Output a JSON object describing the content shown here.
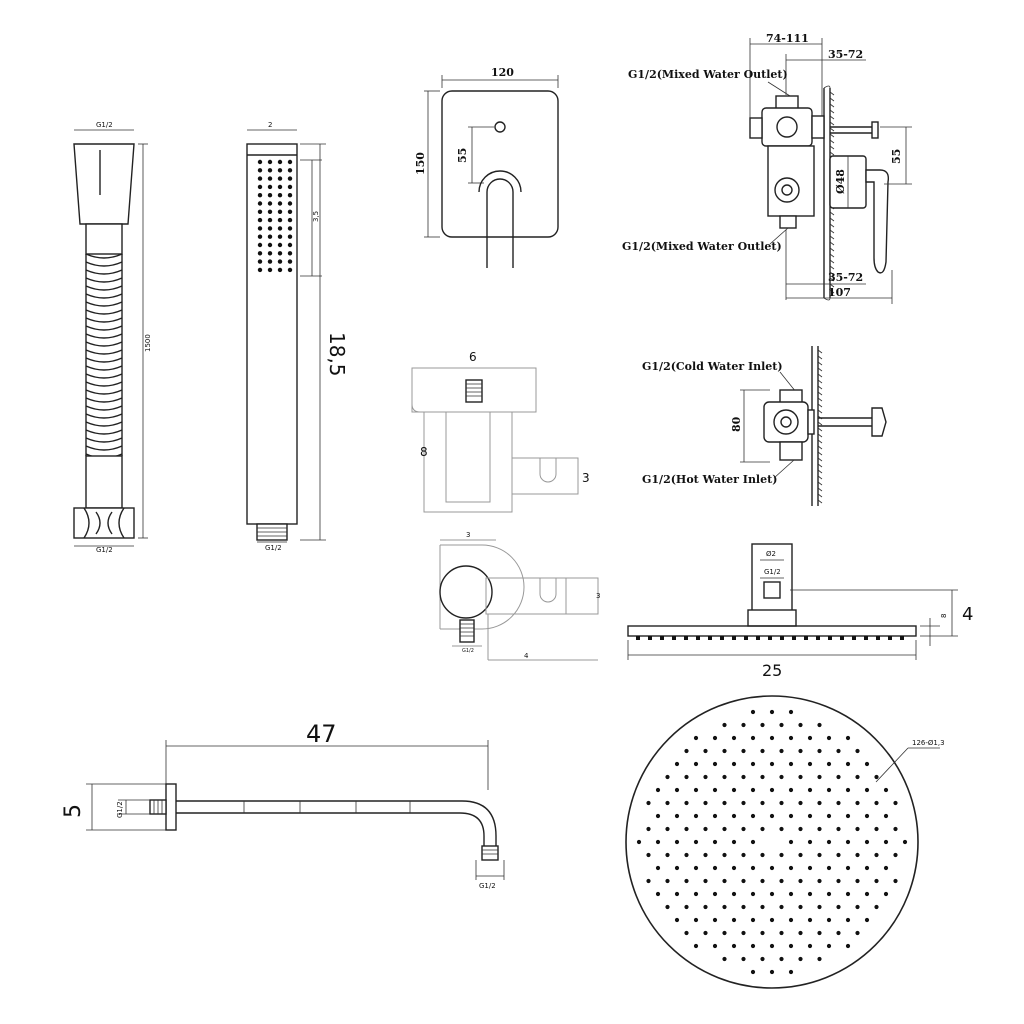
{
  "hose": {
    "top_thread": "G1/2",
    "length": "1500",
    "bottom_thread": "G1/2"
  },
  "handset": {
    "top_width": "2",
    "spray_length": "3,5",
    "total_length": "18,5",
    "thread": "G1/2"
  },
  "wall_plate": {
    "width": "120",
    "height": "150",
    "offset": "55"
  },
  "valve_side": {
    "depth_range": "74-111",
    "plate_range_top": "35-72",
    "outlet_top": "G1/2(Mixed Water Outlet)",
    "outlet_bottom": "G1/2(Mixed Water Outlet)",
    "diameter": "Ø48",
    "handle_offset": "55",
    "plate_range_bottom": "35-72",
    "total_depth": "107"
  },
  "inlet_valve": {
    "cold_inlet": "G1/2(Cold Water Inlet)",
    "hot_inlet": "G1/2(Hot Water Inlet)",
    "height": "80"
  },
  "holder_side": {
    "width": "6",
    "height": "8",
    "hook": "3"
  },
  "holder_front": {
    "top": "3",
    "right": "3",
    "bottom": "4",
    "thread": "G1/2"
  },
  "head_side": {
    "neck": "Ø2",
    "thread": "G1/2",
    "height": "4",
    "thickness": "8",
    "diameter": "25"
  },
  "arm": {
    "length": "47",
    "height": "5",
    "wall_thread": "G1/2",
    "end_thread": "G1/2"
  },
  "head_top": {
    "nozzles": "126-Ø1,3"
  }
}
